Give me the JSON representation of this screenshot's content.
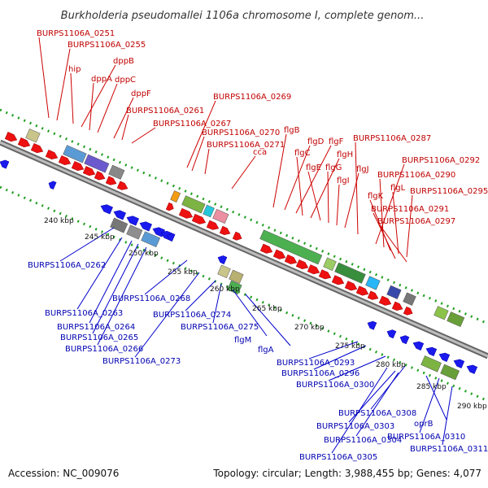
{
  "title": "Burkholderia pseudomallei 1106a chromosome I, complete genom...",
  "footer": {
    "accession": "Accession: NC_009076",
    "summary": "Topology: circular; Length: 3,988,455 bp; Genes: 4,077"
  },
  "ticks": [
    "240 kbp",
    "245 kbp",
    "250 kbp",
    "255 kbp",
    "260 kbp",
    "265 kbp",
    "270 kbp",
    "275 kbp",
    "280 kbp",
    "285 kbp",
    "290 kbp"
  ],
  "forward_labels": [
    "BURPS1106A_0251",
    "BURPS1106A_0255",
    "hip",
    "dppB",
    "dppA",
    "dppC",
    "dppF",
    "BURPS1106A_0261",
    "BURPS1106A_0267",
    "BURPS1106A_0269",
    "BURPS1106A_0270",
    "BURPS1106A_0271",
    "cca",
    "flgB",
    "flgD",
    "flgF",
    "flgC",
    "flgH",
    "flgE",
    "flgG",
    "flgI",
    "flgJ",
    "BURPS1106A_0287",
    "BURPS1106A_0292",
    "BURPS1106A_0290",
    "flgK",
    "flgL",
    "BURPS1106A_0295",
    "BURPS1106A_0291",
    "BURPS1106A_0297"
  ],
  "reverse_labels": [
    "BURPS1106A_0262",
    "BURPS1106A_0263",
    "BURPS1106A_0268",
    "BURPS1106A_0264",
    "BURPS1106A_0274",
    "BURPS1106A_0265",
    "BURPS1106A_0275",
    "BURPS1106A_0266",
    "flgM",
    "flgA",
    "BURPS1106A_0273",
    "BURPS1106A_0293",
    "BURPS1106A_0296",
    "BURPS1106A_0300",
    "BURPS1106A_0308",
    "oprB",
    "BURPS1106A_0303",
    "BURPS1106A_0310",
    "BURPS1106A_0304",
    "BURPS1106A_0311",
    "BURPS1106A_0305"
  ],
  "colors": {
    "forward_gene": "#ee1111",
    "reverse_gene": "#1a1aee",
    "backbone": "#8a8a8a",
    "dots": "#22a022",
    "forward_label": "#c00000",
    "reverse_label": "#0000b0"
  }
}
